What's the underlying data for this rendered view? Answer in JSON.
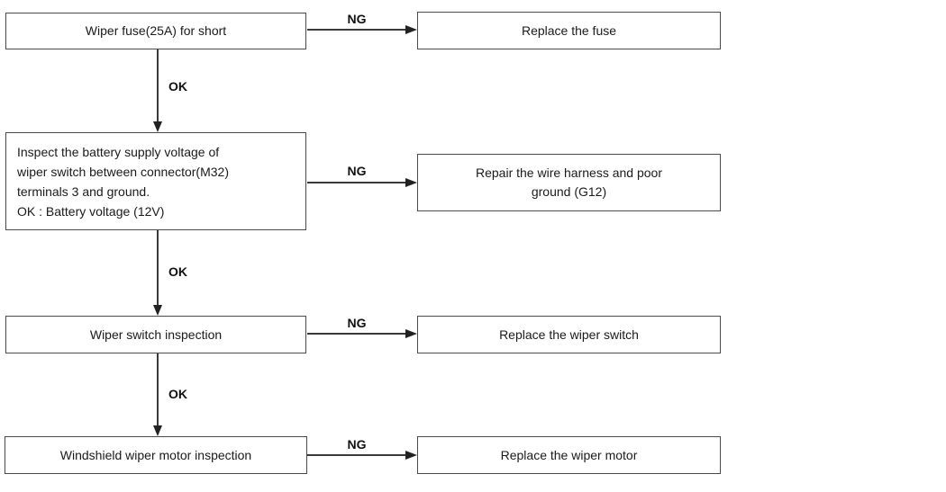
{
  "labels": {
    "ng": "NG",
    "ok": "OK"
  },
  "steps": [
    {
      "check": "Wiper fuse(25A) for short",
      "action": "Replace the fuse"
    },
    {
      "check": "Inspect the battery supply voltage of\nwiper switch between connector(M32)\nterminals 3 and ground.\nOK : Battery voltage (12V)",
      "action": "Repair the wire harness and poor\nground (G12)"
    },
    {
      "check": "Wiper switch inspection",
      "action": "Replace the wiper switch"
    },
    {
      "check": "Windshield wiper motor inspection",
      "action": "Replace the wiper motor"
    }
  ],
  "colors": {
    "background": "#ffffff",
    "box_border": "#4a4a4a",
    "line": "#3a3a3a",
    "text": "#1a1a1a"
  }
}
